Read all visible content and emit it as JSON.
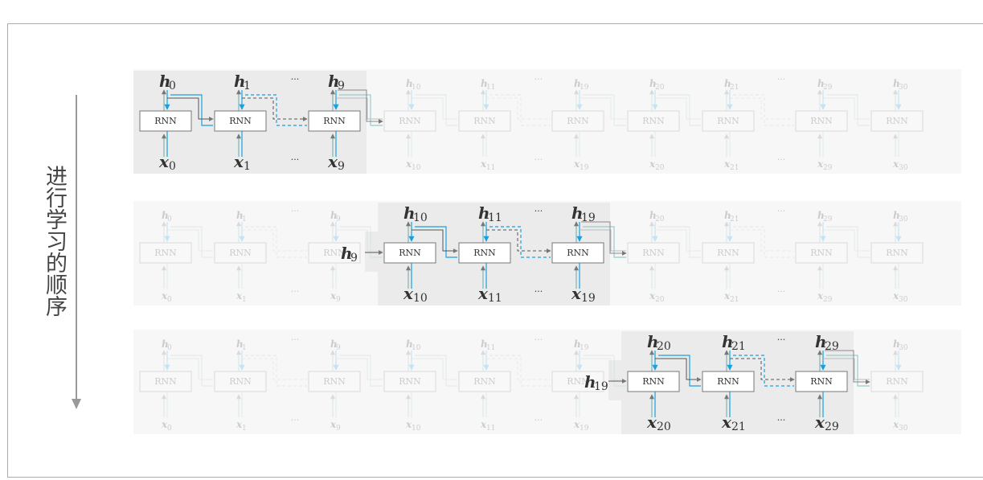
{
  "order_label": "进行学习的顺序",
  "rnn_label": "RNN",
  "ellipsis": "···",
  "colors": {
    "frame": "#5ec8ec",
    "flow": "#1aa0e0",
    "highlight_bg": "#ebebeb",
    "faded_bg": "#f7f7f7",
    "axis": "#999999"
  },
  "rows": [
    {
      "active": [
        0,
        1,
        2
      ],
      "carry_in": ""
    },
    {
      "active": [
        3,
        4,
        5
      ],
      "carry_in": "9"
    },
    {
      "active": [
        6,
        7,
        8
      ],
      "carry_in": "19"
    }
  ],
  "nodes": [
    {
      "h": "h",
      "x": "x",
      "sub": "0"
    },
    {
      "h": "h",
      "x": "x",
      "sub": "1"
    },
    {
      "h": "h",
      "x": "x",
      "sub": "9"
    },
    {
      "h": "h",
      "x": "x",
      "sub": "10"
    },
    {
      "h": "h",
      "x": "x",
      "sub": "11"
    },
    {
      "h": "h",
      "x": "x",
      "sub": "19"
    },
    {
      "h": "h",
      "x": "x",
      "sub": "20"
    },
    {
      "h": "h",
      "x": "x",
      "sub": "21"
    },
    {
      "h": "h",
      "x": "x",
      "sub": "29"
    },
    {
      "h": "h",
      "x": "x",
      "sub": "30"
    }
  ]
}
